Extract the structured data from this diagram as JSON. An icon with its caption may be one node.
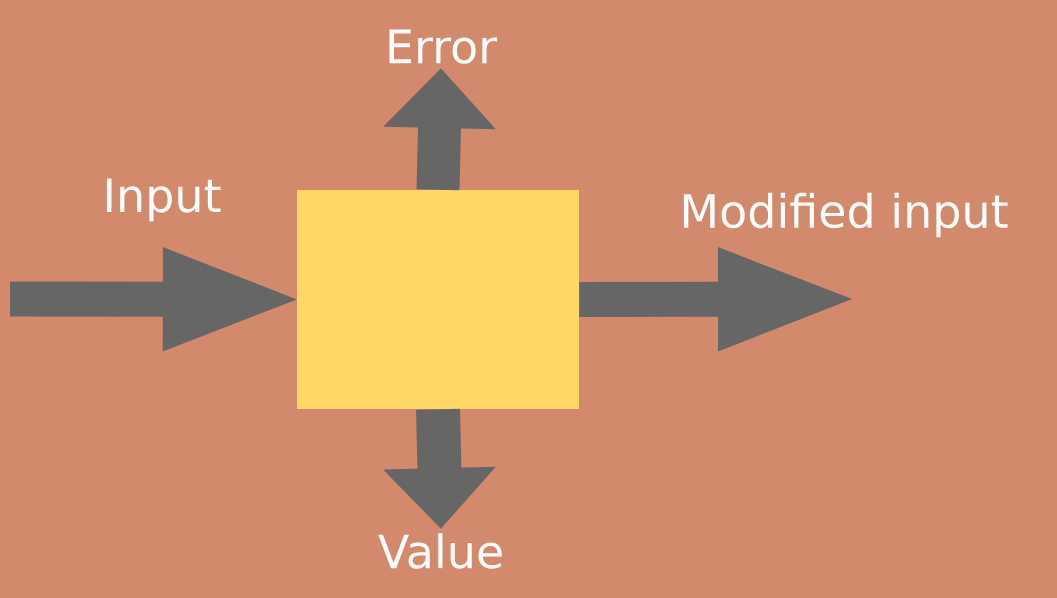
{
  "diagram": {
    "nodes": [
      {
        "text": [],
        "shape": "box"
      },
      {
        "text": [
          "Error"
        ]
      },
      {
        "text": [
          "Value"
        ]
      }
    ],
    "edges": [
      {
        "from": null,
        "to": 0,
        "arrow": "to",
        "label": "Input"
      },
      {
        "from": 0,
        "to": null,
        "arrow": "to",
        "label": "Modified input"
      },
      {
        "from": 0,
        "to": 1,
        "arrow": "to"
      },
      {
        "from": 0,
        "to": 2,
        "arrow": "to"
      }
    ]
  }
}
